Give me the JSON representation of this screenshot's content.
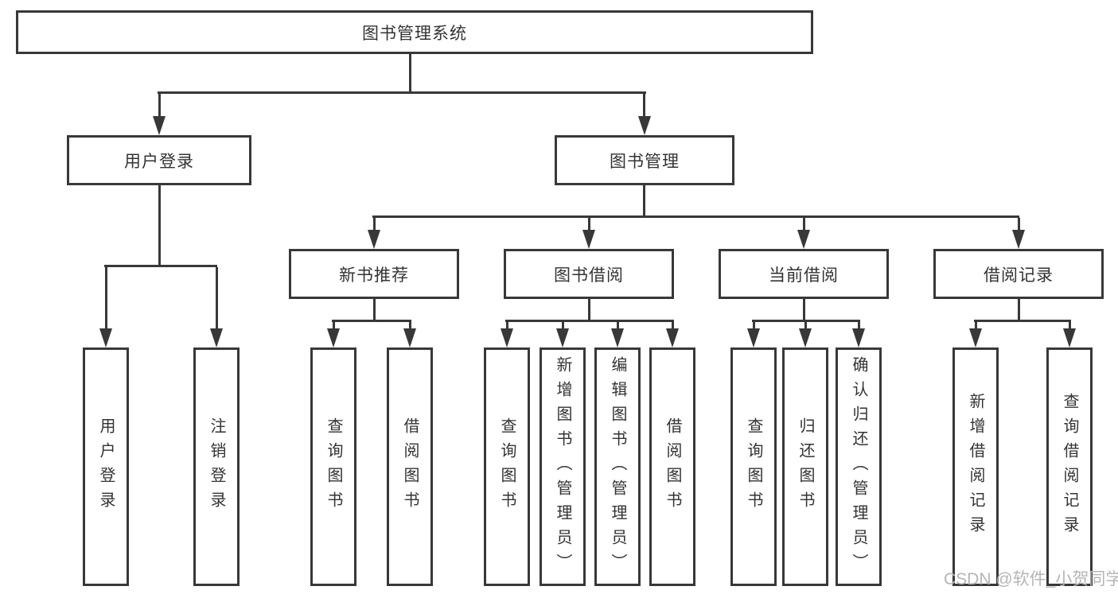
{
  "diagram": {
    "type": "hierarchy-tree",
    "root": {
      "label": "图书管理系统"
    },
    "level2": [
      {
        "label": "用户登录"
      },
      {
        "label": "图书管理"
      }
    ],
    "level3": [
      {
        "label": "新书推荐"
      },
      {
        "label": "图书借阅"
      },
      {
        "label": "当前借阅"
      },
      {
        "label": "借阅记录"
      }
    ],
    "leaves": {
      "user": [
        "用户登录",
        "注销登录"
      ],
      "recommend": [
        "查询图书",
        "借阅图书"
      ],
      "borrow": [
        "查询图书",
        "新增图书（管理员）",
        "编辑图书（管理员）",
        "借阅图书"
      ],
      "current": [
        "查询图书",
        "归还图书",
        "确认归还（管理员）"
      ],
      "records": [
        "新增借阅记录",
        "查询借阅记录"
      ]
    },
    "watermark": "CSDN @软件_小贺同学",
    "colors": {
      "line": "#383838",
      "text": "#333333",
      "watermark": "#b5b5b5",
      "background": "#ffffff"
    }
  }
}
